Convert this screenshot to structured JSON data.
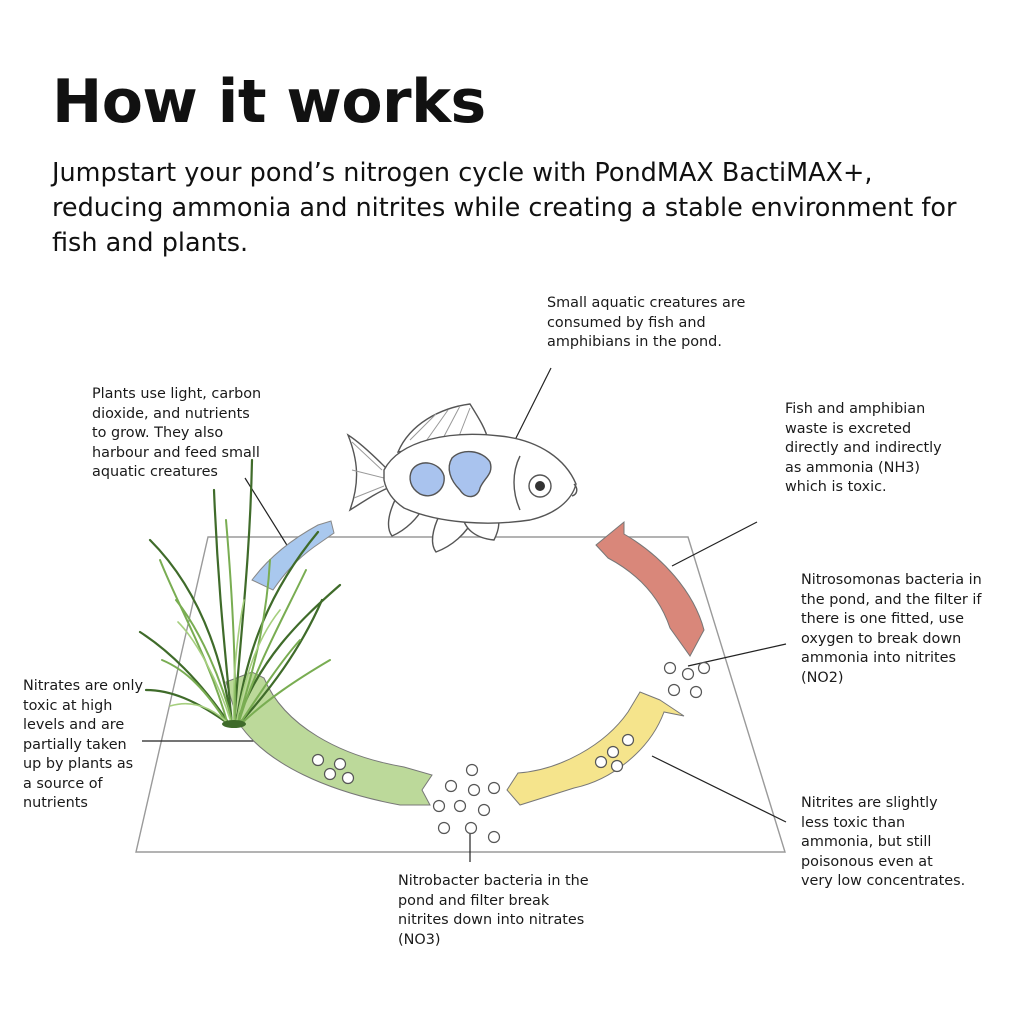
{
  "title": "How it works",
  "subtitle": "Jumpstart your pond’s nitrogen cycle with PondMAX BactiMAX+, reducing ammonia and nitrites while creating a stable environment for fish and plants.",
  "labels": {
    "small_creatures": "Small aquatic creatures are consumed by fish and amphibians in the pond.",
    "fish_waste": "Fish and amphibian waste is excreted directly and indirectly as ammonia (NH3) which is toxic.",
    "nitrosomonas": "Nitrosomonas bacteria in the pond, and the filter if there is one fitted, use oxygen to break down ammonia into nitrites (NO2)",
    "nitrites": "Nitrites are slightly less toxic than ammonia, but still poisonous even at very low concentrates.",
    "nitrobacter": "Nitrobacter bacteria in the pond and filter break nitrites down into nitrates (NO3)",
    "nitrates": "Nitrates are only toxic at high levels and are partially taken up by plants as a source of nutrients",
    "plants": "Plants use light, carbon dioxide, and nutrients to grow. They also harbour and feed small aquatic creatures"
  },
  "colors": {
    "blue_arrow": "#a9c8ee",
    "red_arrow": "#d9877a",
    "yellow_arrow": "#f5e48c",
    "green_arrow": "#bcd99a",
    "fish_spots": "#a9c3ee",
    "plant_green": "#6fa04a"
  }
}
